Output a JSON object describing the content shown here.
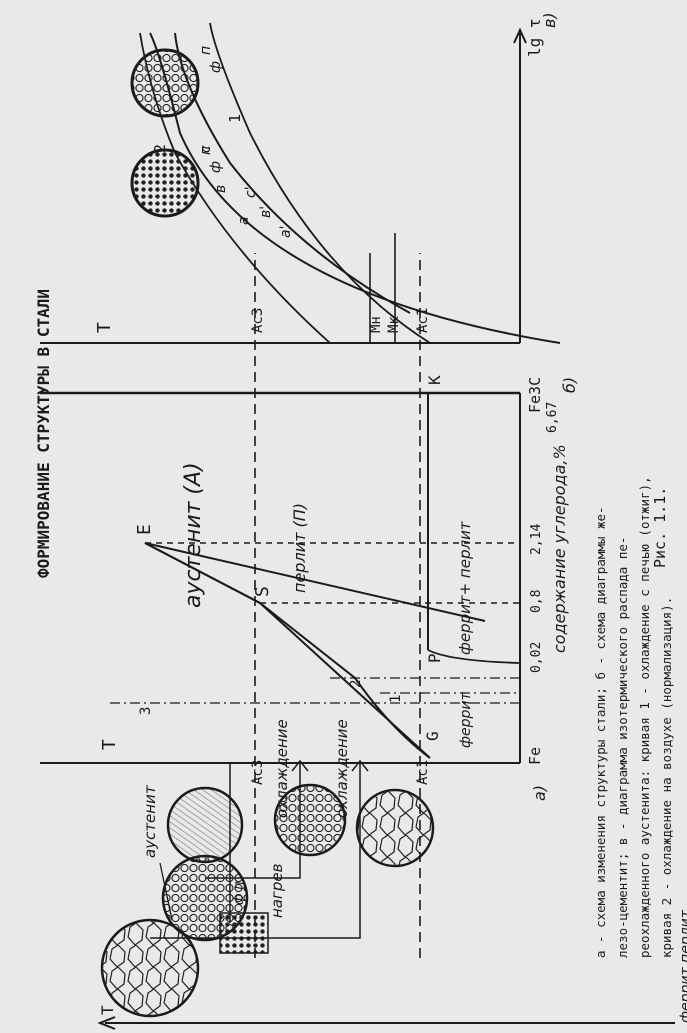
{
  "page": {
    "heading": "ФОРМИРОВАНИЕ СТРУКТУРЫ В СТАЛИ",
    "figure_label": "Рис. 1.1.",
    "caption_lines": [
      "а - схема изменения структуры стали; б - схема диаграммы же-",
      "лезо-цементит; в - диаграмма изотермического распада пе-",
      "реохлажденного аустенита: кривая 1 - охлаждение с печью (отжиг),",
      "кривая 2 - охлаждение на воздухе (нормализация)."
    ]
  },
  "panel_a": {
    "axis_T": "T",
    "label_austenite": "аустенит",
    "label_ferrite_pearlite": "феррит перлит",
    "label_fp": "ф п",
    "label_heating": "нагрев",
    "label_cooling_1": "охлаждение",
    "label_cooling_2": "охлаждение",
    "panel_letter": "а)"
  },
  "panel_b": {
    "axis_T": "T",
    "point_G": "G",
    "point_P": "P",
    "point_S": "S",
    "point_E": "E",
    "point_K": "K",
    "line_Ac3": "Ac3",
    "line_Ac1": "Ac1",
    "region_austenite": "аустенит (А)",
    "region_ferrite_pearlite": "феррит+ перлит",
    "region_pearlite": "перлит (П)",
    "region_ferrite": "феррит",
    "label_Fe": "Fe",
    "label_Fe3C": "Fe3C",
    "tick_002": "0,02",
    "tick_08": "0,8",
    "tick_214": "2,14",
    "tick_667": "6,67",
    "axis_x": "содержание углерода,%",
    "num_1": "1",
    "num_2": "2",
    "num_3": "3",
    "panel_letter": "б)"
  },
  "panel_c": {
    "axis_T": "T",
    "line_Ac3": "Ac3",
    "line_Ac1": "Ac1",
    "line_Mn": "Мн",
    "line_Mk": "Мк",
    "axis_x": "lg τ",
    "panel_letter": "в)",
    "curve_1": "1",
    "curve_2": "2",
    "pt_a": "а",
    "pt_b": "в",
    "pt_c": "с",
    "pt_a2": "а'",
    "pt_b2": "в'",
    "pt_c2": "с'",
    "circle1_f": "ф",
    "circle1_p": "п",
    "circle2_f": "ф",
    "circle2_p": "п"
  }
}
